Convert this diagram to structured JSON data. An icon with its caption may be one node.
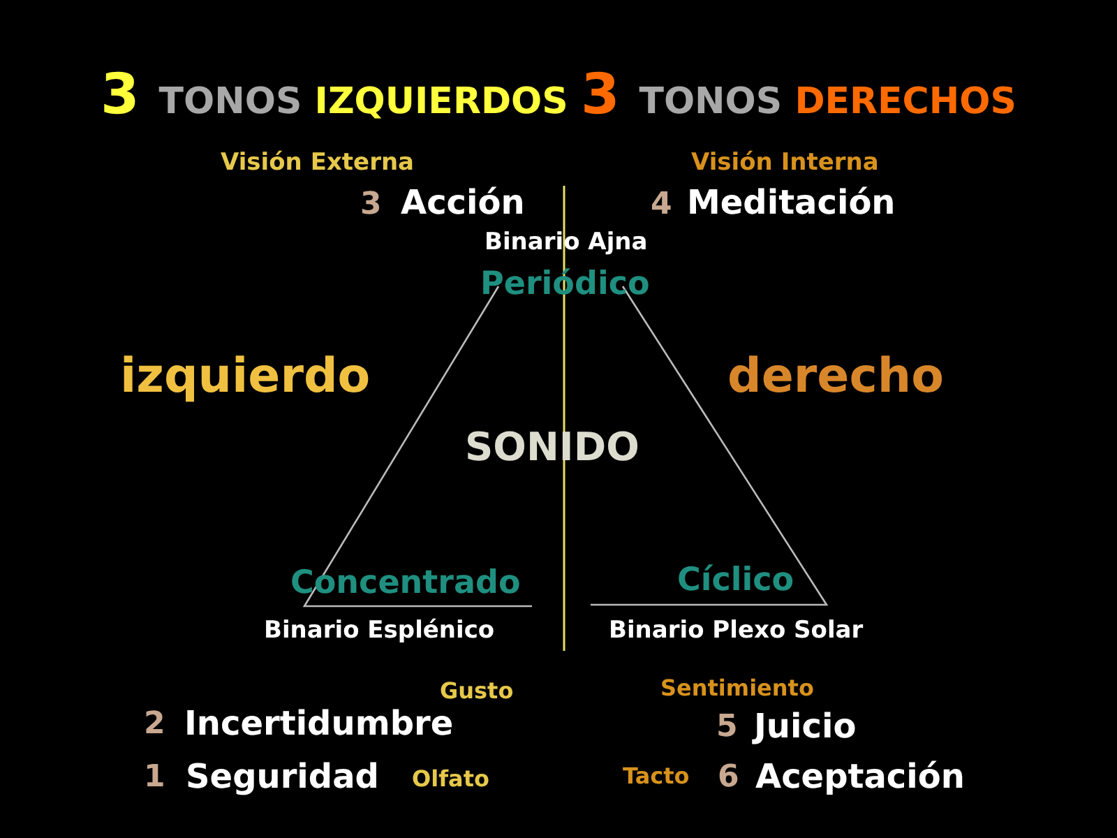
{
  "diagram": {
    "title": "3 TONOS IZQUIERDOS 3 TONOS DERECHOS",
    "labels": [
      "Visión Externa",
      "Visión Interna",
      "3",
      "Acción",
      "4",
      "Meditación",
      "Binario Ajna",
      "Periódico",
      "izquierdo",
      "derecho",
      "SONIDO",
      "Concentrado",
      "Cíclico",
      "Binario Esplénico",
      "Binario Plexo Solar",
      "Gusto",
      "Sentimiento",
      "2",
      "Incertidumbre",
      "5",
      "Juicio",
      "1",
      "Seguridad",
      "Olfato",
      "Tacto",
      "6",
      "Aceptación"
    ]
  }
}
